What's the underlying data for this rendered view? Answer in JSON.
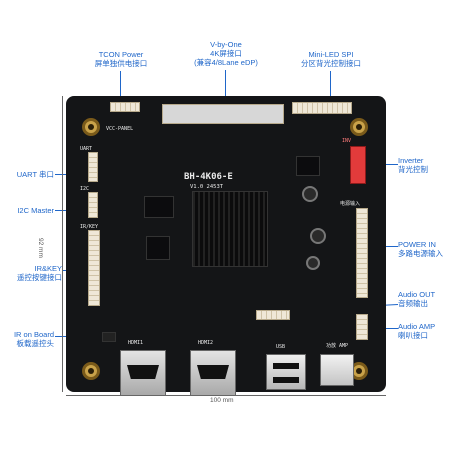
{
  "callouts": {
    "tcon_power": {
      "en": "TCON Power",
      "zh": "屏单独供电接口"
    },
    "vbyone": {
      "en": "V-by-One",
      "zh1": "4K屏接口",
      "zh2": "(兼容4/8Lane eDP)"
    },
    "miniled": {
      "en": "Mini-LED SPI",
      "zh": "分区背光控制接口"
    },
    "uart": {
      "en": "UART 串口"
    },
    "i2c": {
      "en": "I2C Master"
    },
    "irkey": {
      "en": "IR&KEY",
      "zh": "遥控按键接口"
    },
    "ir_board": {
      "en": "IR on Board",
      "zh": "板载遥控头"
    },
    "inverter": {
      "en": "Inverter",
      "zh": "背光控制"
    },
    "power_in": {
      "en": "POWER IN",
      "zh": "多路电源输入"
    },
    "audio_out": {
      "en": "Audio OUT",
      "zh": "音频输出"
    },
    "audio_amp": {
      "en": "Audio AMP",
      "zh": "喇叭接口"
    }
  },
  "dimensions": {
    "width_label": "100 mm",
    "height_label": "92 mm"
  },
  "silkscreen": {
    "model": "BH-4K06-E",
    "version": "V1.0  2453T",
    "vcc_panel": "VCC-PANEL",
    "inverter_mark": "INV",
    "power_mark": "电源输入",
    "amp_mark": "功放 AMP",
    "uart_mark": "UART",
    "i2c_mark": "I2C",
    "ir_mark": "IR/KEY",
    "hdmi1": "HDMI1",
    "hdmi2": "HDMI2",
    "usb": "USB"
  },
  "colors": {
    "callout": "#1f66c9",
    "pcb": "#141517",
    "inverter_header": "#e23b3b"
  }
}
